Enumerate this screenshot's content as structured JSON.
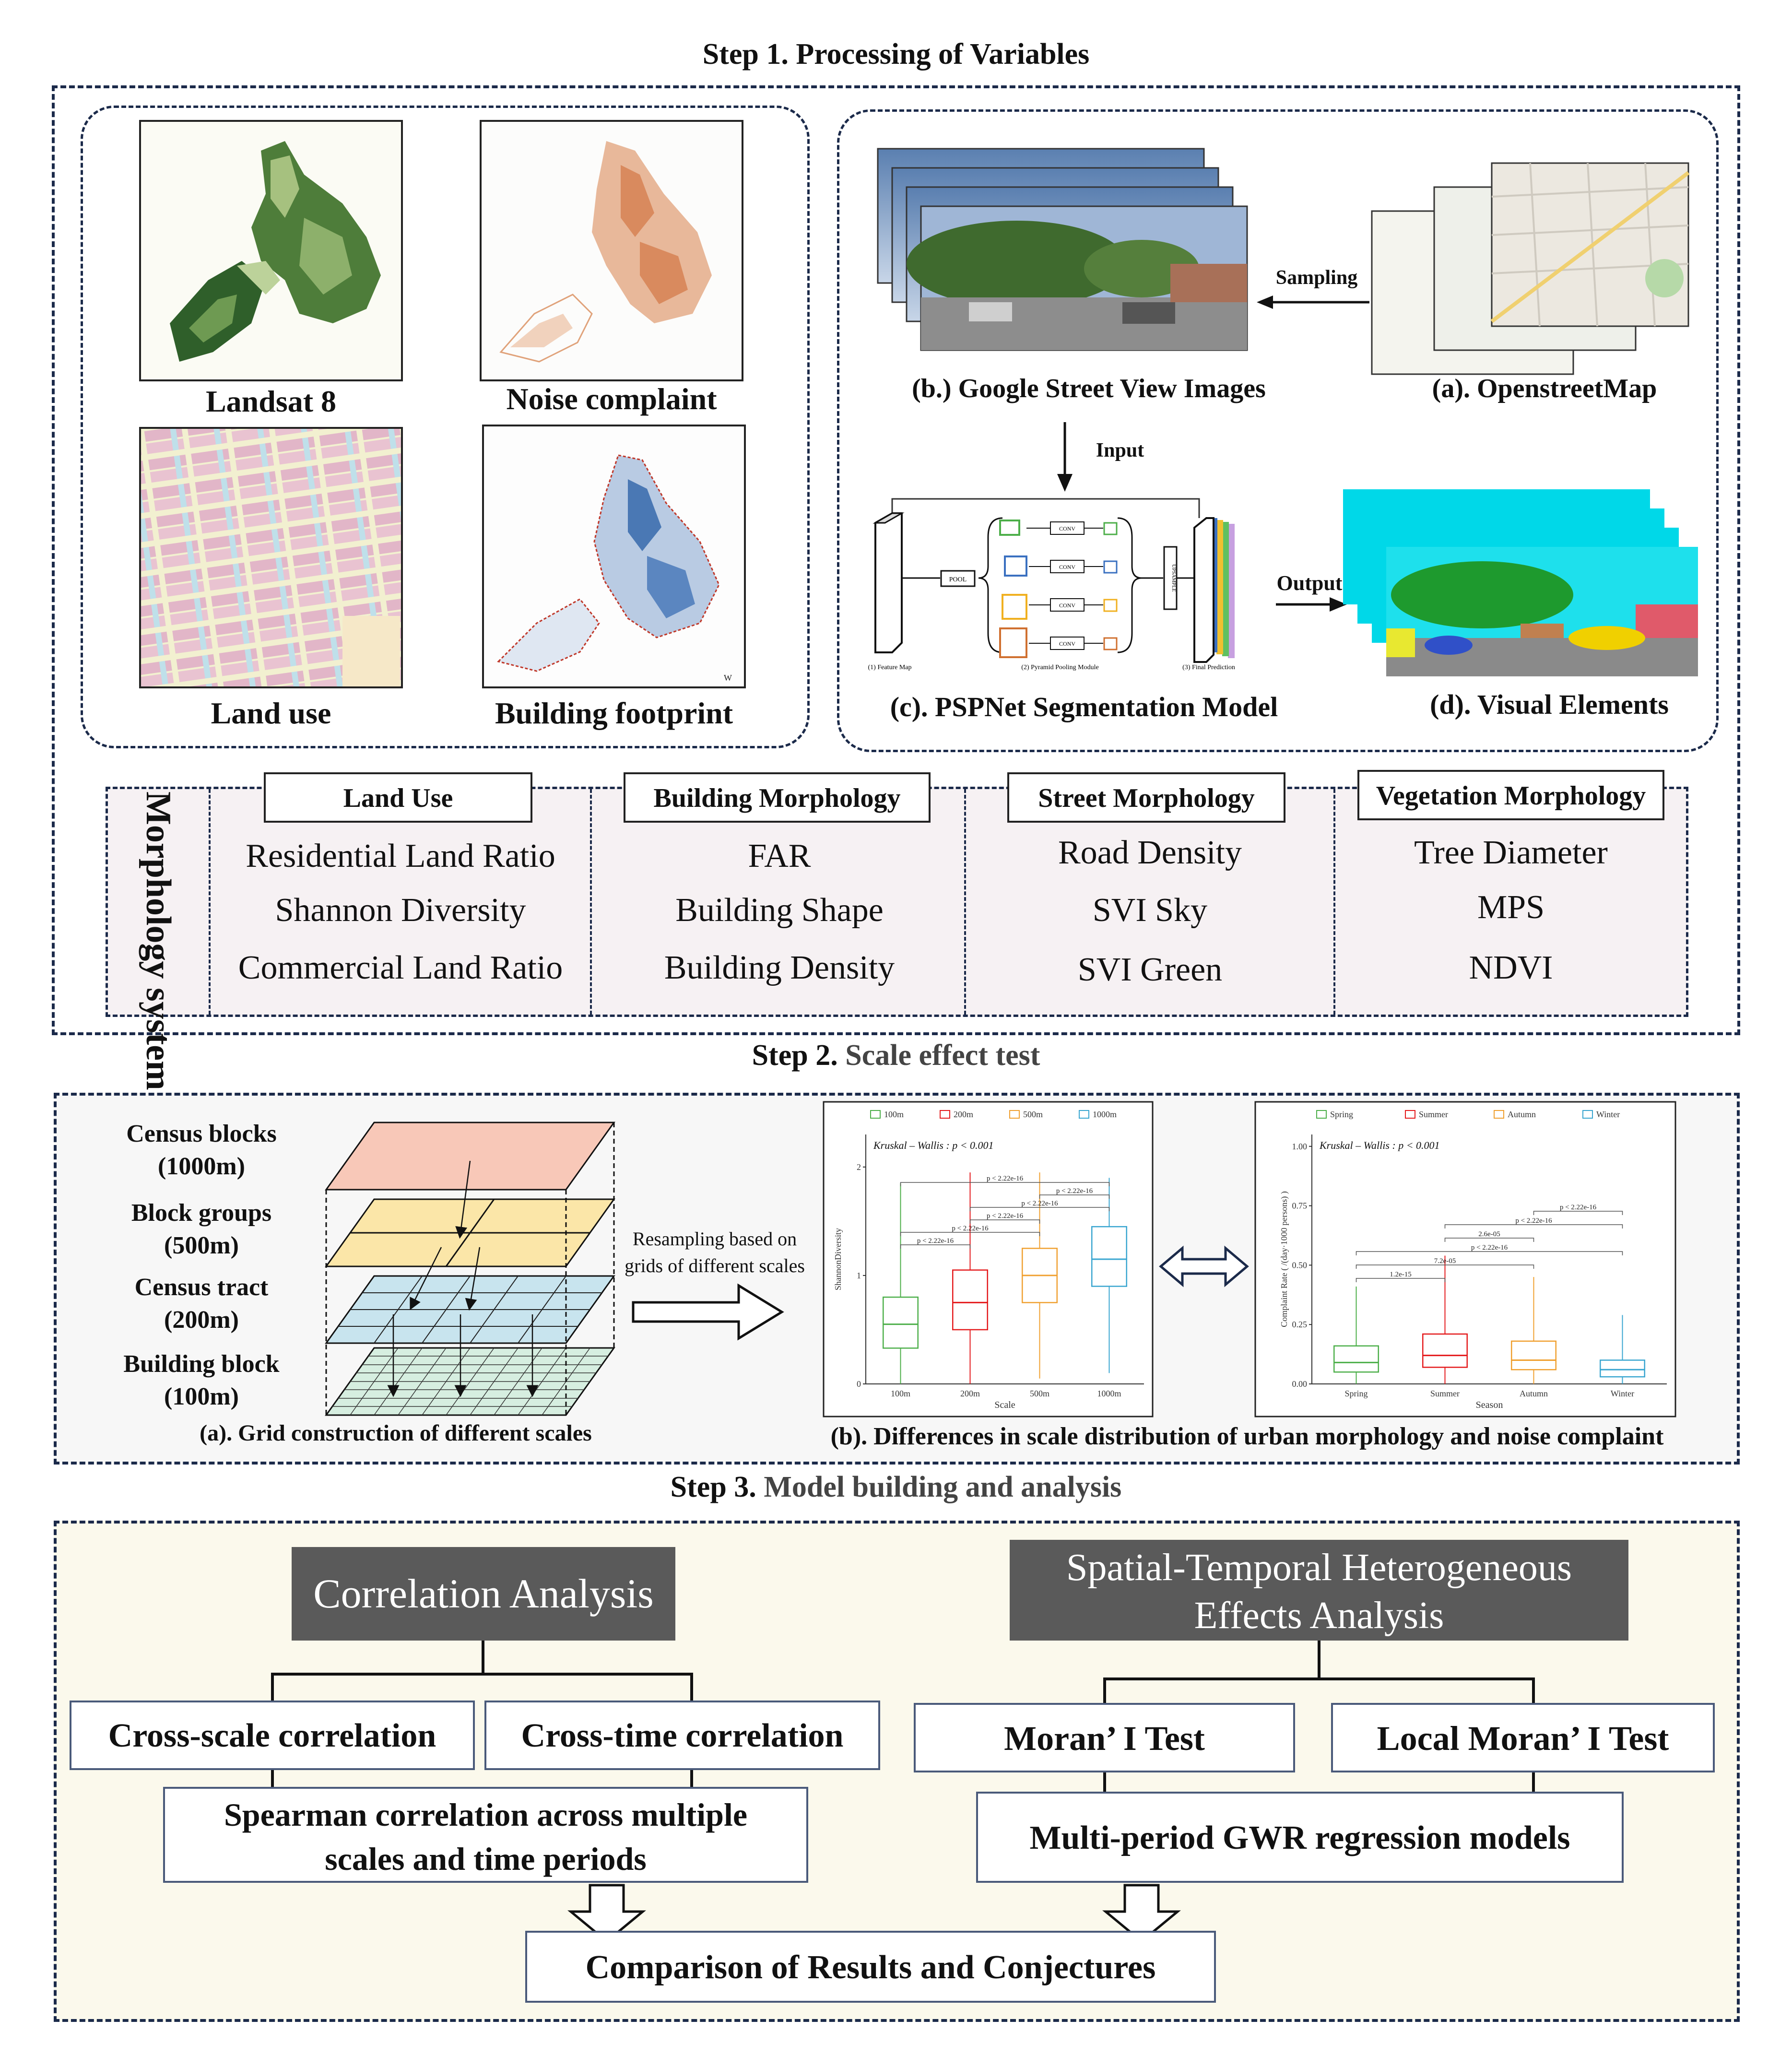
{
  "step1": {
    "title_bold": "Step 1. Processing of Variables",
    "captions": {
      "landsat": "Landsat 8",
      "noise": "Noise complaint",
      "landuse": "Land use",
      "building": "Building footprint",
      "gsv": "(b.) Google Street View Images",
      "osm": "(a). OpenstreetMap",
      "pspnet": "(c). PSPNet Segmentation Model",
      "visual": "(d). Visual Elements"
    },
    "flow": {
      "sampling": "Sampling",
      "input": "Input",
      "output": "Output"
    },
    "pspnet": {
      "pool": "POOL",
      "conv": "CONV",
      "upsample": "UPSAMPLE",
      "feature_map": "(1) Feature Map",
      "pyramid": "(2) Pyramid Pooling Module",
      "final": "(3) Final Prediction"
    },
    "morphology": {
      "system_label": "Morphology system",
      "groups": [
        {
          "title": "Land Use",
          "items": [
            "Residential Land Ratio",
            "Shannon Diversity",
            "Commercial Land Ratio"
          ]
        },
        {
          "title": "Building Morphology",
          "items": [
            "FAR",
            "Building Shape",
            "Building Density"
          ]
        },
        {
          "title": "Street Morphology",
          "items": [
            "Road Density",
            "SVI Sky",
            "SVI Green"
          ]
        },
        {
          "title": "Vegetation Morphology",
          "items": [
            "Tree Diameter",
            "MPS",
            "NDVI"
          ]
        }
      ]
    }
  },
  "step2": {
    "title_bold": "Step 2.",
    "title_rest": " Scale effect test",
    "grid_labels": [
      {
        "name": "Census blocks",
        "scale": "(1000m)"
      },
      {
        "name": "Block groups",
        "scale": "(500m)"
      },
      {
        "name": "Census tract",
        "scale": "(200m)"
      },
      {
        "name": "Building block",
        "scale": "(100m)"
      }
    ],
    "grid_caption": "(a). Grid construction of different scales",
    "resampling": [
      "Resampling based on",
      "grids of different scales"
    ],
    "diff_caption": "(b). Differences in scale distribution of urban morphology and noise complaint"
  },
  "step3": {
    "title_bold": "Step 3.",
    "title_rest": " Model building and analysis",
    "correlation": "Correlation Analysis",
    "spatial": [
      "Spatial-Temporal Heterogeneous",
      "Effects Analysis"
    ],
    "cross_scale": "Cross-scale correlation",
    "cross_time": "Cross-time correlation",
    "spearman": [
      "Spearman correlation across multiple",
      "scales and time periods"
    ],
    "moran": "Moran’ I Test",
    "local_moran": "Local Moran’ I Test",
    "gwr": "Multi-period GWR regression models",
    "comparison": "Comparison of Results and Conjectures"
  },
  "chart_data": [
    {
      "type": "box",
      "legend": [
        "100m",
        "200m",
        "500m",
        "1000m"
      ],
      "colors": [
        "#4daf4a",
        "#e41a1c",
        "#f0a030",
        "#3aa6d0"
      ],
      "categories": [
        "100m",
        "200m",
        "500m",
        "1000m"
      ],
      "ylabel": "ShannonDiversity",
      "xlabel": "Scale",
      "ylim": [
        0,
        2.3
      ],
      "yticks": [
        "0",
        "1",
        "2"
      ],
      "test": "Kruskal – Wallis : p < 0.001",
      "boxes": [
        {
          "min": 0.0,
          "q1": 0.33,
          "median": 0.55,
          "q3": 0.8,
          "max": 1.85
        },
        {
          "min": 0.0,
          "q1": 0.5,
          "median": 0.75,
          "q3": 1.05,
          "max": 1.95
        },
        {
          "min": 0.05,
          "q1": 0.75,
          "median": 1.0,
          "q3": 1.25,
          "max": 1.95
        },
        {
          "min": 0.1,
          "q1": 0.9,
          "median": 1.15,
          "q3": 1.45,
          "max": 1.9
        }
      ],
      "brackets": [
        {
          "from": 0,
          "to": 1,
          "label": "p < 2.22e-16"
        },
        {
          "from": 0,
          "to": 2,
          "label": "p < 2.22e-16"
        },
        {
          "from": 1,
          "to": 2,
          "label": "p < 2.22e-16"
        },
        {
          "from": 1,
          "to": 3,
          "label": "p < 2.22e-16"
        },
        {
          "from": 2,
          "to": 3,
          "label": "p < 2.22e-16"
        },
        {
          "from": 0,
          "to": 3,
          "label": "p < 2.22e-16"
        }
      ]
    },
    {
      "type": "box",
      "legend": [
        "Spring",
        "Summer",
        "Autumn",
        "Winter"
      ],
      "colors": [
        "#4daf4a",
        "#e41a1c",
        "#f0a030",
        "#3aa6d0"
      ],
      "categories": [
        "Spring",
        "Summer",
        "Autumn",
        "Winter"
      ],
      "ylabel": "Complaint Rate ( /(day·1000 persons) )",
      "xlabel": "Season",
      "ylim": [
        0,
        1.05
      ],
      "yticks": [
        "0.00",
        "0.25",
        "0.50",
        "0.75",
        "1.00"
      ],
      "test": "Kruskal – Wallis : p < 0.001",
      "boxes": [
        {
          "min": 0.0,
          "q1": 0.05,
          "median": 0.09,
          "q3": 0.16,
          "max": 0.41
        },
        {
          "min": 0.0,
          "q1": 0.07,
          "median": 0.12,
          "q3": 0.21,
          "max": 0.54
        },
        {
          "min": 0.0,
          "q1": 0.06,
          "median": 0.1,
          "q3": 0.18,
          "max": 0.45
        },
        {
          "min": 0.0,
          "q1": 0.03,
          "median": 0.06,
          "q3": 0.1,
          "max": 0.29
        }
      ],
      "brackets": [
        {
          "from": 0,
          "to": 1,
          "label": "1.2e-15"
        },
        {
          "from": 0,
          "to": 2,
          "label": "7.2e-05"
        },
        {
          "from": 0,
          "to": 3,
          "label": "p < 2.22e-16"
        },
        {
          "from": 1,
          "to": 2,
          "label": "2.6e-05"
        },
        {
          "from": 1,
          "to": 3,
          "label": "p < 2.22e-16"
        },
        {
          "from": 2,
          "to": 3,
          "label": "p < 2.22e-16"
        }
      ]
    }
  ]
}
